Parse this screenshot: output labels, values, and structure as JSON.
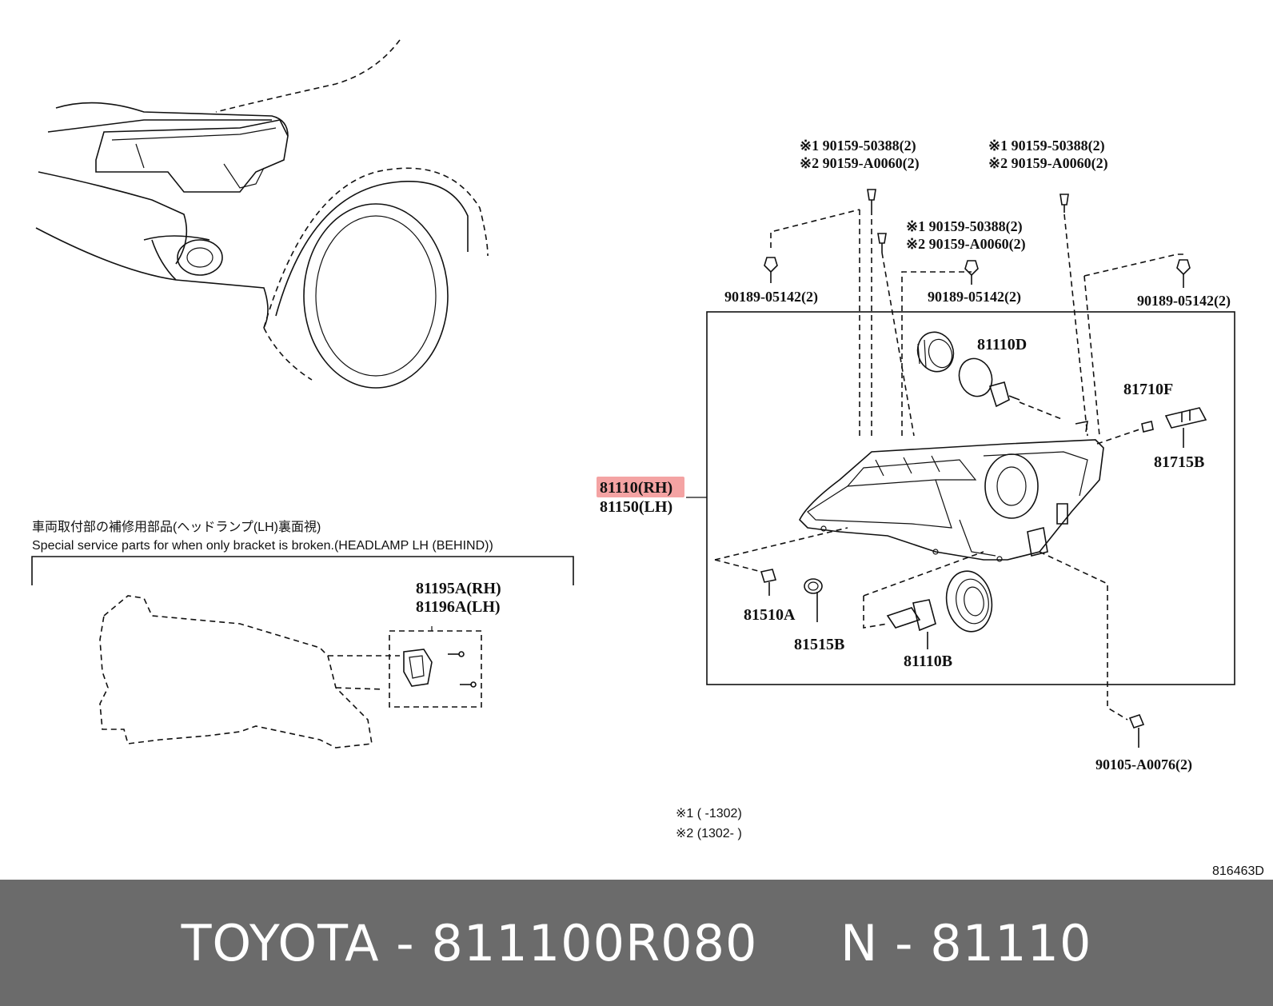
{
  "diagram": {
    "labels": {
      "screw_top_left_1": "※1 90159-50388(2)",
      "screw_top_left_2": "※2 90159-A0060(2)",
      "screw_top_right_1": "※1 90159-50388(2)",
      "screw_top_right_2": "※2 90159-A0060(2)",
      "screw_mid_1": "※1  90159-50388(2)",
      "screw_mid_2": "※2  90159-A0060(2)",
      "clip_left": "90189-05142(2)",
      "clip_mid": "90189-05142(2)",
      "clip_right": "90189-05142(2)",
      "part_81110D": "81110D",
      "part_81710F": "81710F",
      "part_81715B": "81715B",
      "part_main_rh": "81110(RH)",
      "part_main_lh": "81150(LH)",
      "part_81510A": "81510A",
      "part_81515B": "81515B",
      "part_81110B": "81110B",
      "bolt_bottom": "90105-A0076(2)",
      "note_line_1": "※1 (        -1302)",
      "note_line_2": "※2 (1302-        )",
      "ref_code": "816463D",
      "service_jp": "車両取付部の補修用部品(ヘッドランプ(LH)裏面視)",
      "service_en": "Special service parts for when only bracket is broken.(HEADLAMP LH (BEHIND))",
      "bracket_rh": "81195A(RH)",
      "bracket_lh": "81196A(LH)"
    },
    "highlight_color": "#f4a3a3"
  },
  "footer": {
    "text": "TOYOTA - 811100R080     N - 81110"
  }
}
